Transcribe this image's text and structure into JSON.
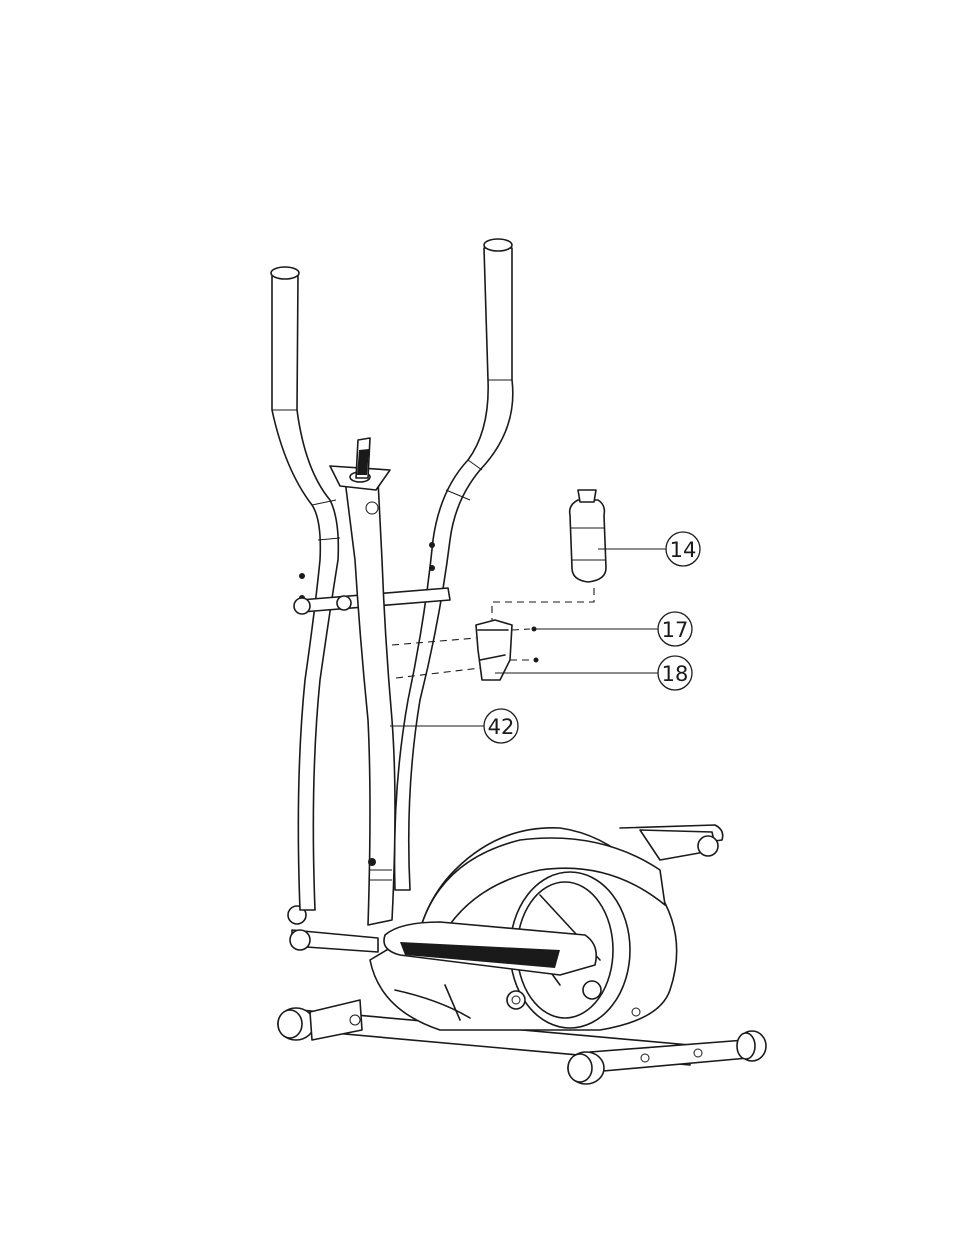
{
  "diagram": {
    "type": "assembly-exploded-view",
    "subject": "elliptical-trainer",
    "callouts": [
      {
        "id": "c14",
        "label": "14"
      },
      {
        "id": "c17",
        "label": "17"
      },
      {
        "id": "c18",
        "label": "18"
      },
      {
        "id": "c42",
        "label": "42"
      }
    ]
  },
  "colors": {
    "line": "#1a1a1a",
    "background": "#ffffff"
  }
}
